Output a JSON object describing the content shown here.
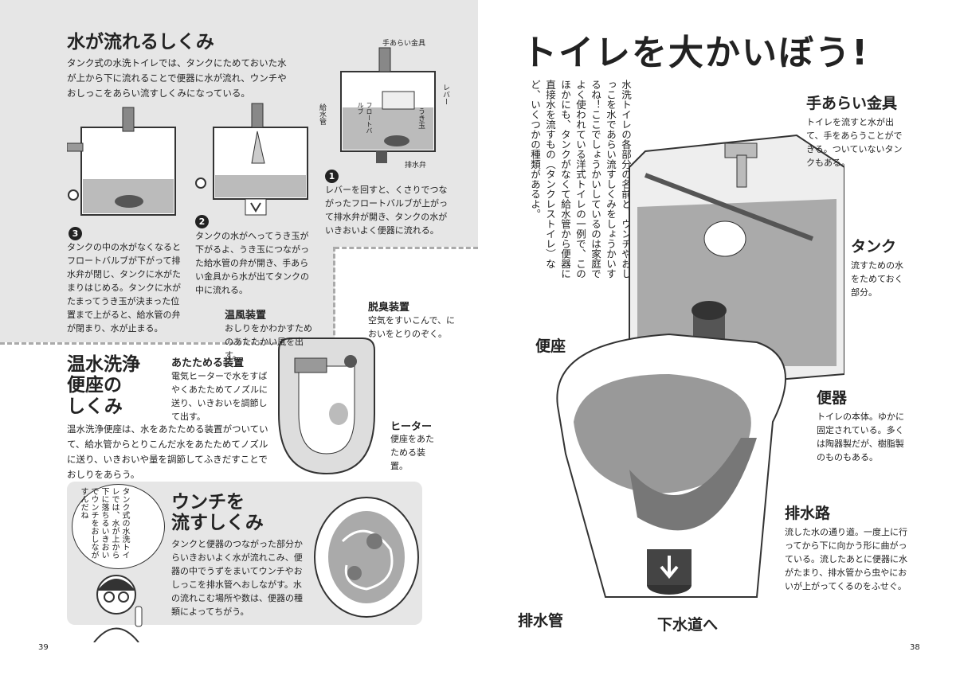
{
  "left": {
    "section1": {
      "title": "水が流れるしくみ",
      "body": "タンク式の水洗トイレでは、タンクにためておいた水が上から下に流れることで便器に水が流れ、ウンチやおしっこをあらい流すしくみになっている。",
      "labels": {
        "faucet": "手あらい金具",
        "lever": "レバー",
        "supply": "給水管",
        "float_valve": "フロートバルブ",
        "ball": "うき玉",
        "drain_valve": "排水弁"
      },
      "steps": [
        {
          "num": "1",
          "text": "レバーを回すと、くさりでつながったフロートバルブが上がって排水弁が開き、タンクの水がいきおいよく便器に流れる。"
        },
        {
          "num": "2",
          "text": "タンクの水がへってうき玉が下がるよ、うき玉につながった給水管の弁が開き、手あらい金具から水が出てタンクの中に流れる。"
        },
        {
          "num": "3",
          "text": "タンクの中の水がなくなるとフロートバルブが下がって排水弁が閉じ、タンクに水がたまりはじめる。タンクに水がたまってうき玉が決まった位置まで上がると、給水管の弁が閉まり、水が止まる。"
        }
      ]
    },
    "section2": {
      "title_lines": [
        "温水洗浄",
        "便座の",
        "しくみ"
      ],
      "body": "温水洗浄便座は、水をあたためる装置がついていて、給水管からとりこんだ水をあたためてノズルに送り、いきおいや量を調節してふきだすことでおしりをあらう。",
      "callouts": [
        {
          "title": "温風装置",
          "text": "おしりをかわかすためのあたたかい風を出す。"
        },
        {
          "title": "脱臭装置",
          "text": "空気をすいこんで、においをとりのぞく。"
        },
        {
          "title": "あたためる装置",
          "text": "電気ヒーターで水をすばやくあたためてノズルに送り、いきおいを調節して出す。"
        },
        {
          "title": "ヒーター",
          "text": "便座をあたためる装置。"
        }
      ]
    },
    "section3": {
      "title_lines": [
        "ウンチを",
        "流すしくみ"
      ],
      "body": "タンクと便器のつながった部分からいきおいよく水が流れこみ、便器の中でうずをまいてウンチやおしっこを排水管へおしながす。水の流れこむ場所や数は、便器の種類によってちがう。",
      "speech": "タンク式の水洗トイレでは、水が上から下に落ちるいきおいでウンチをおしながすんだね"
    },
    "page_number": "39"
  },
  "right": {
    "title": "トイレを大かいぼう!",
    "intro": "水洗トイレの各部分の名前と、ウンチやおしっこを水であらい流すしくみをしょうかいするね！ここでしょうかいしているのは家庭でよく使われている洋式トイレの一例で、このほかにも、タンクがなくて給水管から便器に直接水を流すもの（タンクレストイレ）など、いくつかの種類があるよ。",
    "parts": [
      {
        "name": "手あらい金具",
        "text": "トイレを流すと水が出て、手をあらうことができる。ついていないタンクもある。"
      },
      {
        "name": "タンク",
        "text": "流すための水をためておく部分。"
      },
      {
        "name": "便器",
        "text": "トイレの本体。ゆかに固定されている。多くは陶器製だが、樹脂製のものもある。"
      },
      {
        "name": "排水路",
        "text": "流した水の通り道。一度上に行ってから下に向かう形に曲がっている。流したあとに便器に水がたまり、排水管から虫やにおいが上がってくるのをふせぐ。"
      }
    ],
    "seat_label": "便座",
    "pipe_label": "排水管",
    "sewer_label": "下水道へ",
    "page_number": "38"
  }
}
